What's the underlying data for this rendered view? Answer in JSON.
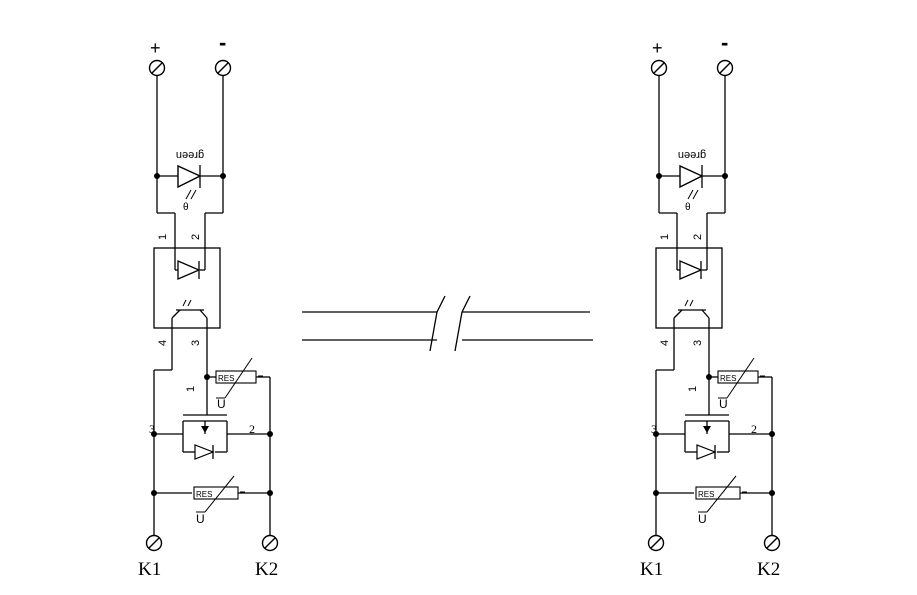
{
  "circuit_left": {
    "terminal_plus": "+",
    "terminal_minus": "-",
    "led_label": "green",
    "pin1": "1",
    "pin2": "2",
    "pin3": "3",
    "pin4": "4",
    "mos_pin1": "1",
    "mos_pin2": "2",
    "mos_pin3": "3",
    "res_upper": "RES",
    "res_upper_u": "U",
    "res_lower": "RES",
    "res_lower_u": "U",
    "terminal_k1": "K1",
    "terminal_k2": "K2"
  },
  "circuit_right": {
    "terminal_plus": "+",
    "terminal_minus": "-",
    "led_label": "green",
    "pin1": "1",
    "pin2": "2",
    "pin3": "3",
    "pin4": "4",
    "mos_pin1": "1",
    "mos_pin2": "2",
    "mos_pin3": "3",
    "res_upper": "RES",
    "res_upper_u": "U",
    "res_lower": "RES",
    "res_lower_u": "U",
    "terminal_k1": "K1",
    "terminal_k2": "K2"
  }
}
